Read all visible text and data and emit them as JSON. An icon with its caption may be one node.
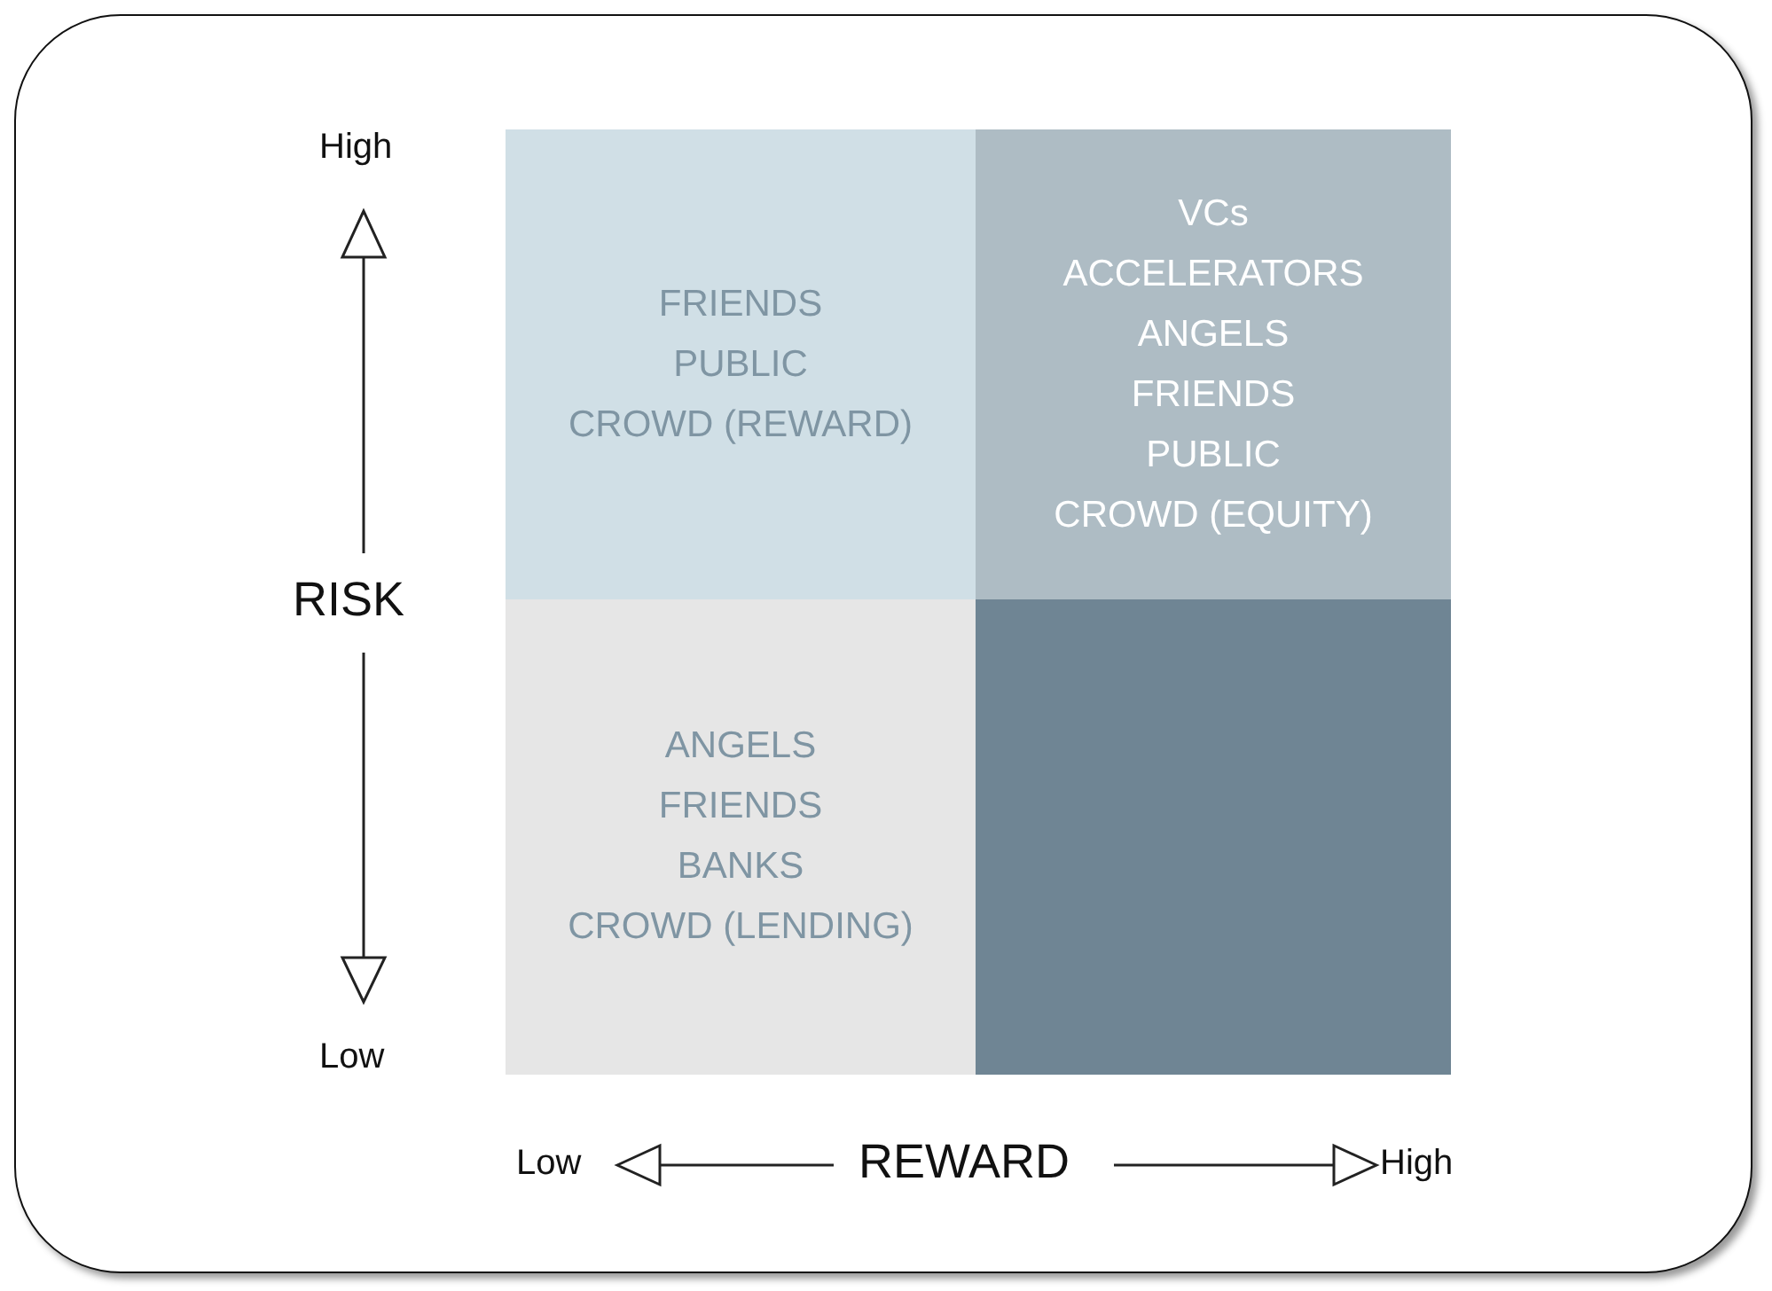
{
  "diagram": {
    "nodes": [
      {
        "text": [
          "FRIENDS",
          "PUBLIC",
          "CROWD (REWARD)"
        ]
      },
      {
        "text": [
          "VCs",
          "ACCELERATORS",
          "ANGELS",
          "FRIENDS",
          "PUBLIC",
          "CROWD (EQUITY)"
        ]
      },
      {
        "text": [
          "ANGELS",
          "FRIENDS",
          "BANKS",
          "CROWD (LENDING)"
        ]
      },
      {
        "text": [],
        "shape": "box"
      }
    ],
    "labels": [
      "High",
      "RISK",
      "Low",
      "Low",
      "REWARD",
      "High"
    ]
  }
}
